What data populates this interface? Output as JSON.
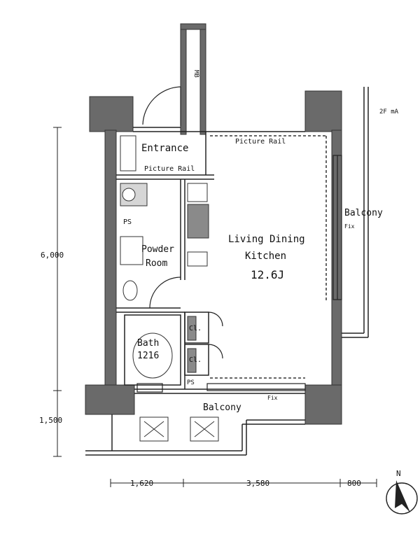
{
  "rooms": {
    "entrance": "Entrance",
    "picture_rail_top": "Picture Rail",
    "picture_rail_entrance": "Picture Rail",
    "powder_room_line1": "Powder",
    "powder_room_line2": "Room",
    "ldk_line1": "Living Dining",
    "ldk_line2": "Kitchen",
    "ldk_size": "12.6J",
    "bath_line1": "Bath",
    "bath_line2": "1216",
    "balcony_side": "Balcony",
    "balcony_bottom": "Balcony",
    "closet_1": "Cl.",
    "closet_2": "Cl.",
    "ps_1": "PS",
    "ps_2": "PS",
    "mb": "MB",
    "fix_1": "Fix",
    "fix_2": "Fix",
    "floor_label": "2F mA"
  },
  "dimensions": {
    "vertical_main": "6,000",
    "vertical_balcony": "1,500",
    "horizontal_1": "1,620",
    "horizontal_2": "3,580",
    "horizontal_3": "800"
  },
  "compass": {
    "north": "N"
  }
}
